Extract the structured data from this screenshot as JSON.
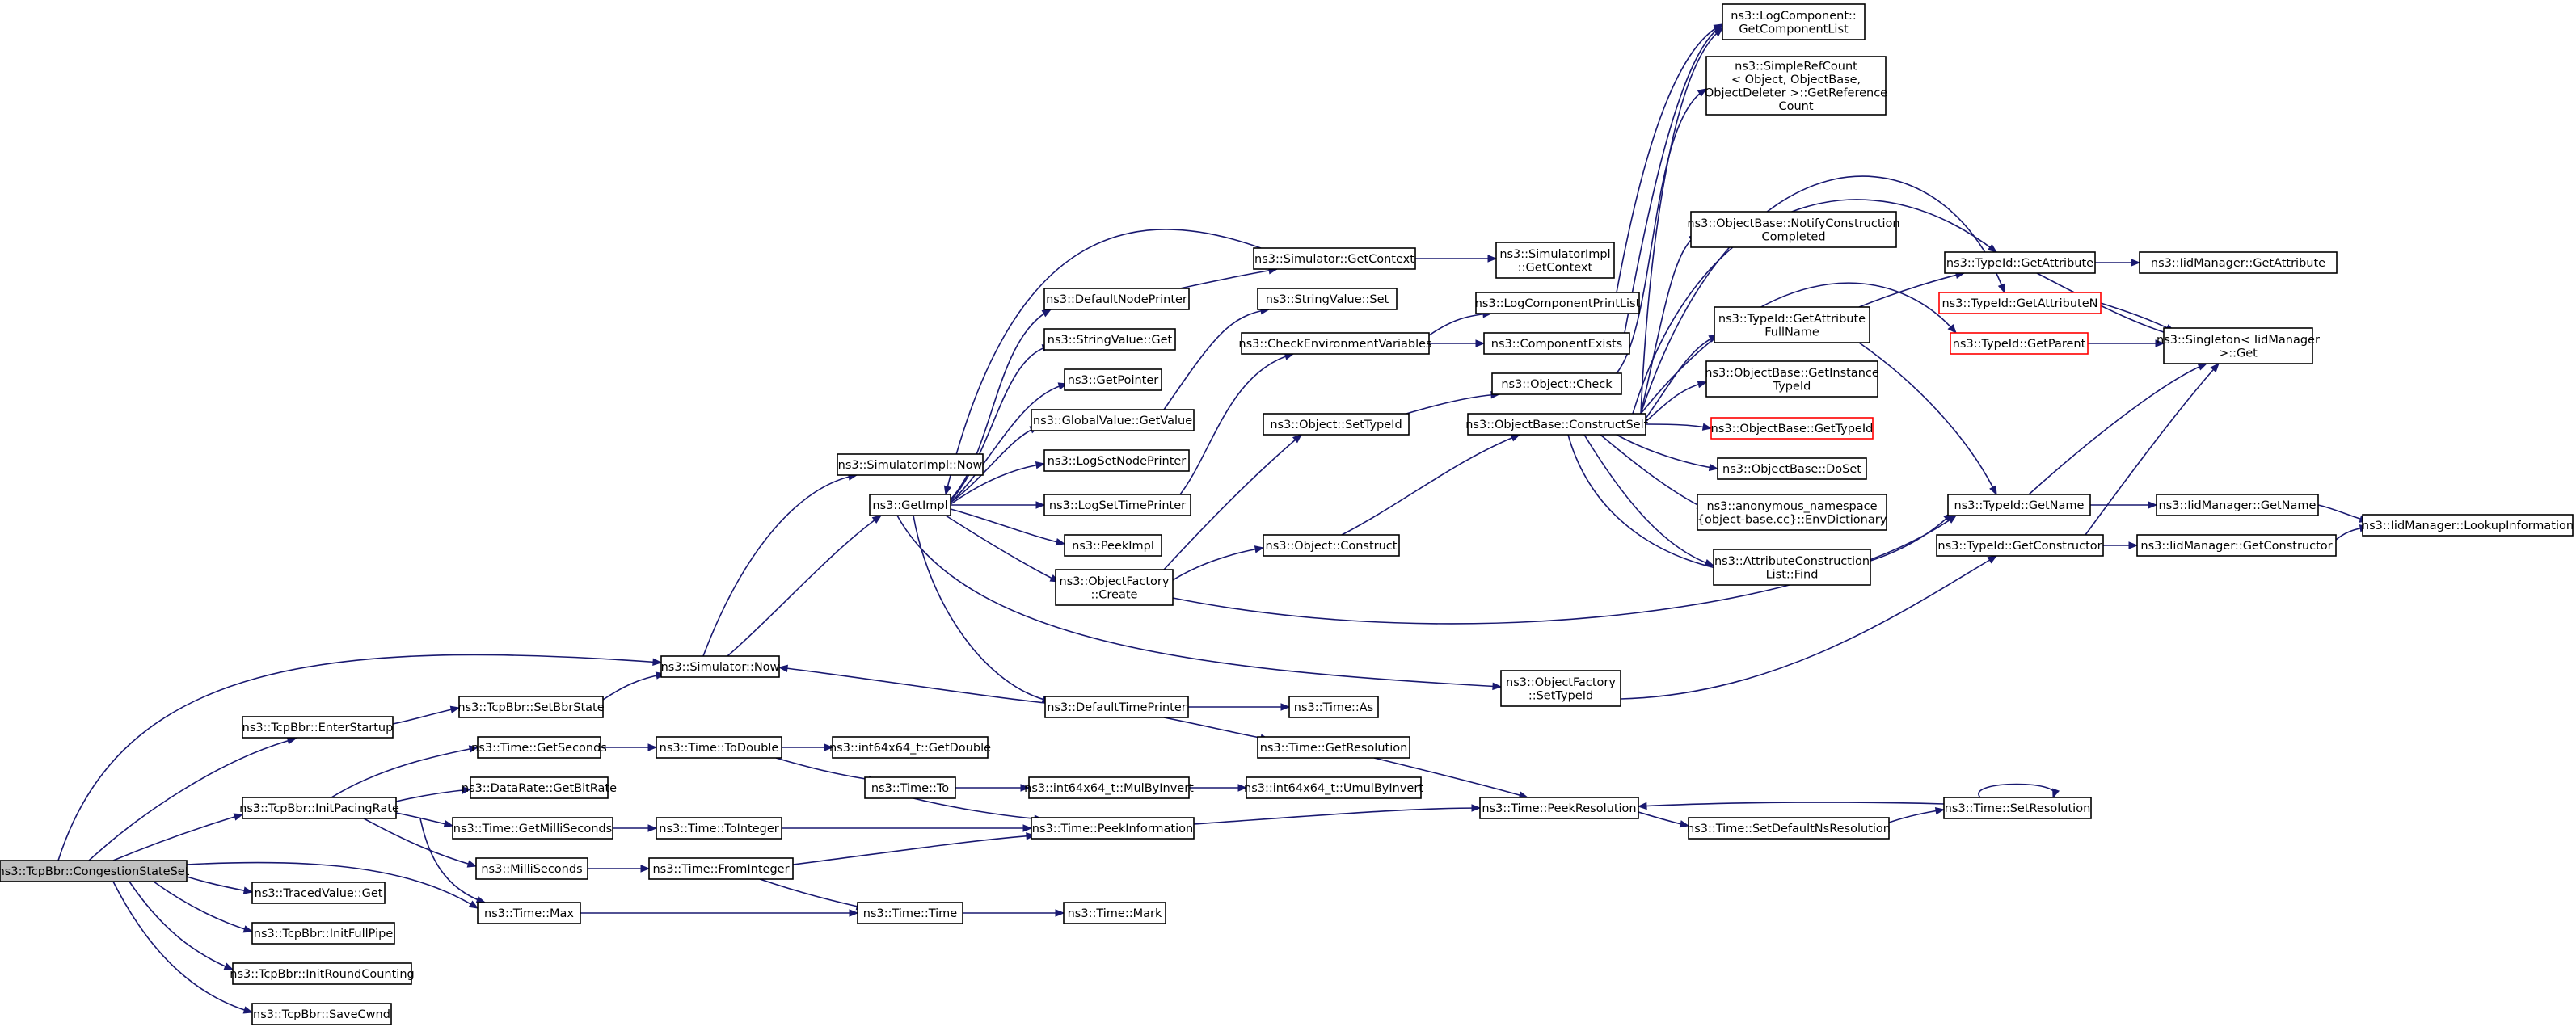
{
  "nodes": {
    "root": [
      "ns3::TcpBbr::CongestionStateSet"
    ],
    "enterStartup": [
      "ns3::TcpBbr::EnterStartup"
    ],
    "initPacing": [
      "ns3::TcpBbr::InitPacingRate"
    ],
    "tracedGet": [
      "ns3::TracedValue::Get"
    ],
    "initFullPipe": [
      "ns3::TcpBbr::InitFullPipe"
    ],
    "initRound": [
      "ns3::TcpBbr::InitRoundCounting"
    ],
    "saveCwnd": [
      "ns3::TcpBbr::SaveCwnd"
    ],
    "simNow": [
      "ns3::Simulator::Now"
    ],
    "setBbrState": [
      "ns3::TcpBbr::SetBbrState"
    ],
    "getSeconds": [
      "ns3::Time::GetSeconds"
    ],
    "getBitRate": [
      "ns3::DataRate::GetBitRate"
    ],
    "getMilli": [
      "ns3::Time::GetMilliSeconds"
    ],
    "milliSeconds": [
      "ns3::MilliSeconds"
    ],
    "timeMax": [
      "ns3::Time::Max"
    ],
    "simImplNow": [
      "ns3::SimulatorImpl::Now"
    ],
    "getImpl": [
      "ns3::GetImpl"
    ],
    "defaultTimePrinter": [
      "ns3::DefaultTimePrinter"
    ],
    "toDouble": [
      "ns3::Time::ToDouble"
    ],
    "timeTo": [
      "ns3::Time::To"
    ],
    "toInteger": [
      "ns3::Time::ToInteger"
    ],
    "fromInteger": [
      "ns3::Time::FromInteger"
    ],
    "getDouble": [
      "ns3::int64x64_t::GetDouble"
    ],
    "defaultNodePrinter": [
      "ns3::DefaultNodePrinter"
    ],
    "stringValueGet": [
      "ns3::StringValue::Get"
    ],
    "getPointer": [
      "ns3::GetPointer"
    ],
    "globalValueGet": [
      "ns3::GlobalValue::GetValue"
    ],
    "logSetNode": [
      "ns3::LogSetNodePrinter"
    ],
    "logSetTime": [
      "ns3::LogSetTimePrinter"
    ],
    "peekImpl": [
      "ns3::PeekImpl"
    ],
    "objFactoryCreate": [
      "ns3::ObjectFactory",
      "::Create"
    ],
    "mulByInvert": [
      "ns3::int64x64_t::MulByInvert"
    ],
    "peekInfo": [
      "ns3::Time::PeekInformation"
    ],
    "timeTime": [
      "ns3::Time::Time"
    ],
    "timeMark": [
      "ns3::Time::Mark"
    ],
    "timeAs": [
      "ns3::Time::As"
    ],
    "getResolution": [
      "ns3::Time::GetResolution"
    ],
    "umulByInvert": [
      "ns3::int64x64_t::UmulByInvert"
    ],
    "simGetContext": [
      "ns3::Simulator::GetContext"
    ],
    "stringValueSet": [
      "ns3::StringValue::Set"
    ],
    "checkEnv": [
      "ns3::CheckEnvironmentVariables"
    ],
    "objSetTypeId": [
      "ns3::Object::SetTypeId"
    ],
    "objConstruct": [
      "ns3::Object::Construct"
    ],
    "factorySetTypeId": [
      "ns3::ObjectFactory",
      "::SetTypeId"
    ],
    "simImplGetContext": [
      "ns3::SimulatorImpl",
      "::GetContext"
    ],
    "logCompPrintList": [
      "ns3::LogComponentPrintList"
    ],
    "compExists": [
      "ns3::ComponentExists"
    ],
    "objCheck": [
      "ns3::Object::Check"
    ],
    "constructSelf": [
      "ns3::ObjectBase::ConstructSelf"
    ],
    "peekResolution": [
      "ns3::Time::PeekResolution"
    ],
    "setDefaultNs": [
      "ns3::Time::SetDefaultNsResolution"
    ],
    "logCompGetList": [
      "ns3::LogComponent::",
      "GetComponentList"
    ],
    "simpleRefCount": [
      "ns3::SimpleRefCount",
      "< Object, ObjectBase,",
      " ObjectDeleter >::GetReference",
      "Count"
    ],
    "notifyConstruction": [
      "ns3::ObjectBase::NotifyConstruction",
      "Completed"
    ],
    "getAttrFullName": [
      "ns3::TypeId::GetAttribute",
      "FullName"
    ],
    "getInstanceTypeId": [
      "ns3::ObjectBase::GetInstance",
      "TypeId"
    ],
    "objBaseGetTypeId": [
      "ns3::ObjectBase::GetTypeId"
    ],
    "doSet": [
      "ns3::ObjectBase::DoSet"
    ],
    "anonEnv": [
      "ns3::anonymous_namespace",
      "{object-base.cc}::EnvDictionary"
    ],
    "attrConstructionFind": [
      "ns3::AttributeConstruction",
      "List::Find"
    ],
    "typeIdGetAttribute": [
      "ns3::TypeId::GetAttribute"
    ],
    "typeIdGetAttributeN": [
      "ns3::TypeId::GetAttributeN"
    ],
    "typeIdGetParent": [
      "ns3::TypeId::GetParent"
    ],
    "typeIdGetName": [
      "ns3::TypeId::GetName"
    ],
    "typeIdGetConstructor": [
      "ns3::TypeId::GetConstructor"
    ],
    "setResolution": [
      "ns3::Time::SetResolution"
    ],
    "iidGetAttribute": [
      "ns3::IidManager::GetAttribute"
    ],
    "singletonGet": [
      "ns3::Singleton< IidManager",
      " >::Get"
    ],
    "iidGetName": [
      "ns3::IidManager::GetName"
    ],
    "iidGetConstructor": [
      "ns3::IidManager::GetConstructor"
    ],
    "iidLookup": [
      "ns3::IidManager::LookupInformation"
    ]
  },
  "colors": {
    "edge": "#191970",
    "highlight_border": "#ff0000",
    "root_fill": "#bfbfbf"
  }
}
